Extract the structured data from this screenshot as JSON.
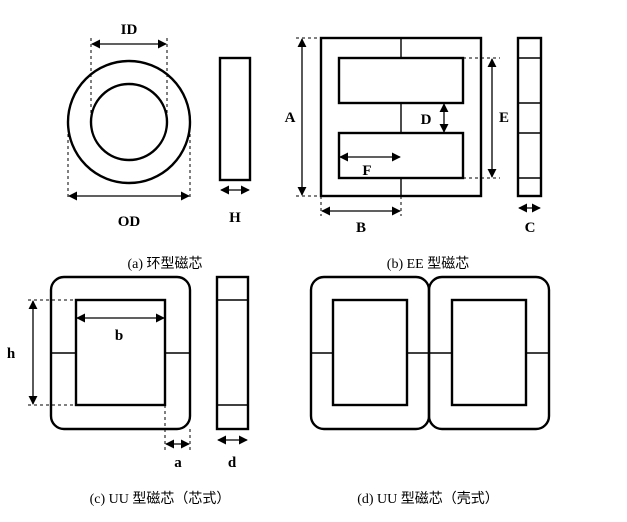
{
  "labels": {
    "id": "ID",
    "od": "OD",
    "h_toroid": "H",
    "a_ee": "A",
    "b_ee": "B",
    "c_ee": "C",
    "d_ee": "D",
    "e_ee": "E",
    "f_ee": "F",
    "h_uu": "h",
    "b_uu": "b",
    "a_uu": "a",
    "d_uu": "d"
  },
  "captions": {
    "a": "(a) 环型磁芯",
    "b": "(b) EE 型磁芯",
    "c": "(c) UU 型磁芯（芯式）",
    "d": "(d) UU 型磁芯（壳式）"
  }
}
